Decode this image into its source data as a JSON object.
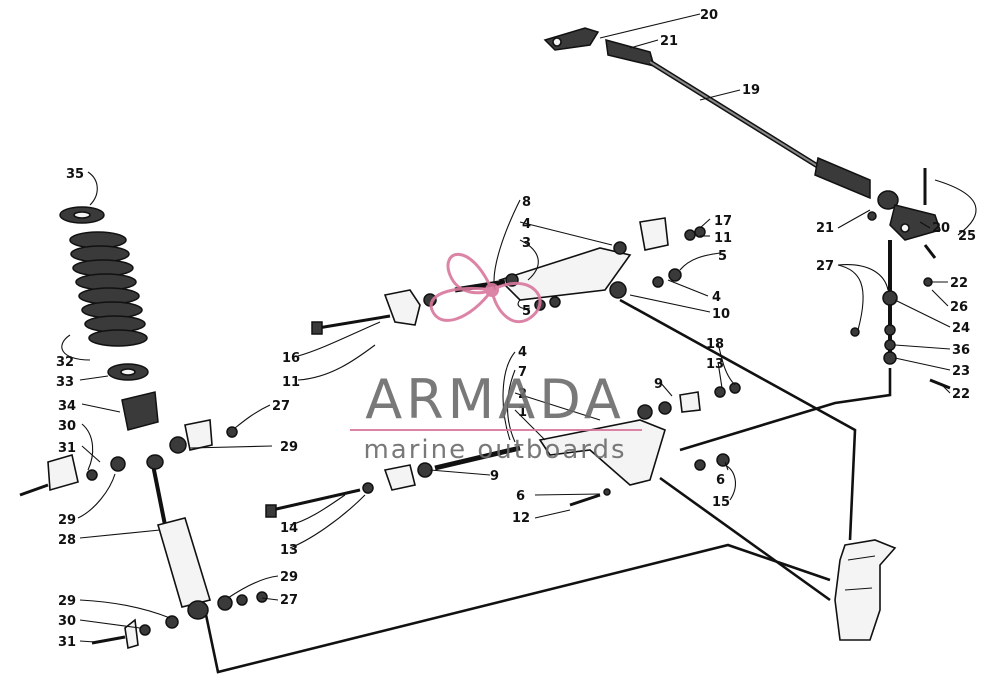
{
  "watermark": {
    "brand": "ARMADA",
    "tagline": "marine outboards",
    "brand_color": "#6b6b6b",
    "accent_color": "#d9779d"
  },
  "labels": {
    "n1": "1",
    "n2": "2",
    "n3": "3",
    "n4a": "4",
    "n4b": "4",
    "n4c": "4",
    "n5a": "5",
    "n5b": "5",
    "n6a": "6",
    "n6b": "6",
    "n7": "7",
    "n8": "8",
    "n9a": "9",
    "n9b": "9",
    "n10": "10",
    "n11a": "11",
    "n11b": "11",
    "n12": "12",
    "n13a": "13",
    "n13b": "13",
    "n14": "14",
    "n15": "15",
    "n16": "16",
    "n17": "17",
    "n18": "18",
    "n19": "19",
    "n20a": "20",
    "n20b": "20",
    "n21a": "21",
    "n21b": "21",
    "n22a": "22",
    "n22b": "22",
    "n23": "23",
    "n24": "24",
    "n25": "25",
    "n26": "26",
    "n27a": "27",
    "n27b": "27",
    "n27c": "27",
    "n28": "28",
    "n29a": "29",
    "n29b": "29",
    "n29c": "29",
    "n29d": "29",
    "n30a": "30",
    "n30b": "30",
    "n31a": "31",
    "n31b": "31",
    "n32": "32",
    "n33": "33",
    "n34": "34",
    "n35": "35",
    "n36": "36"
  }
}
